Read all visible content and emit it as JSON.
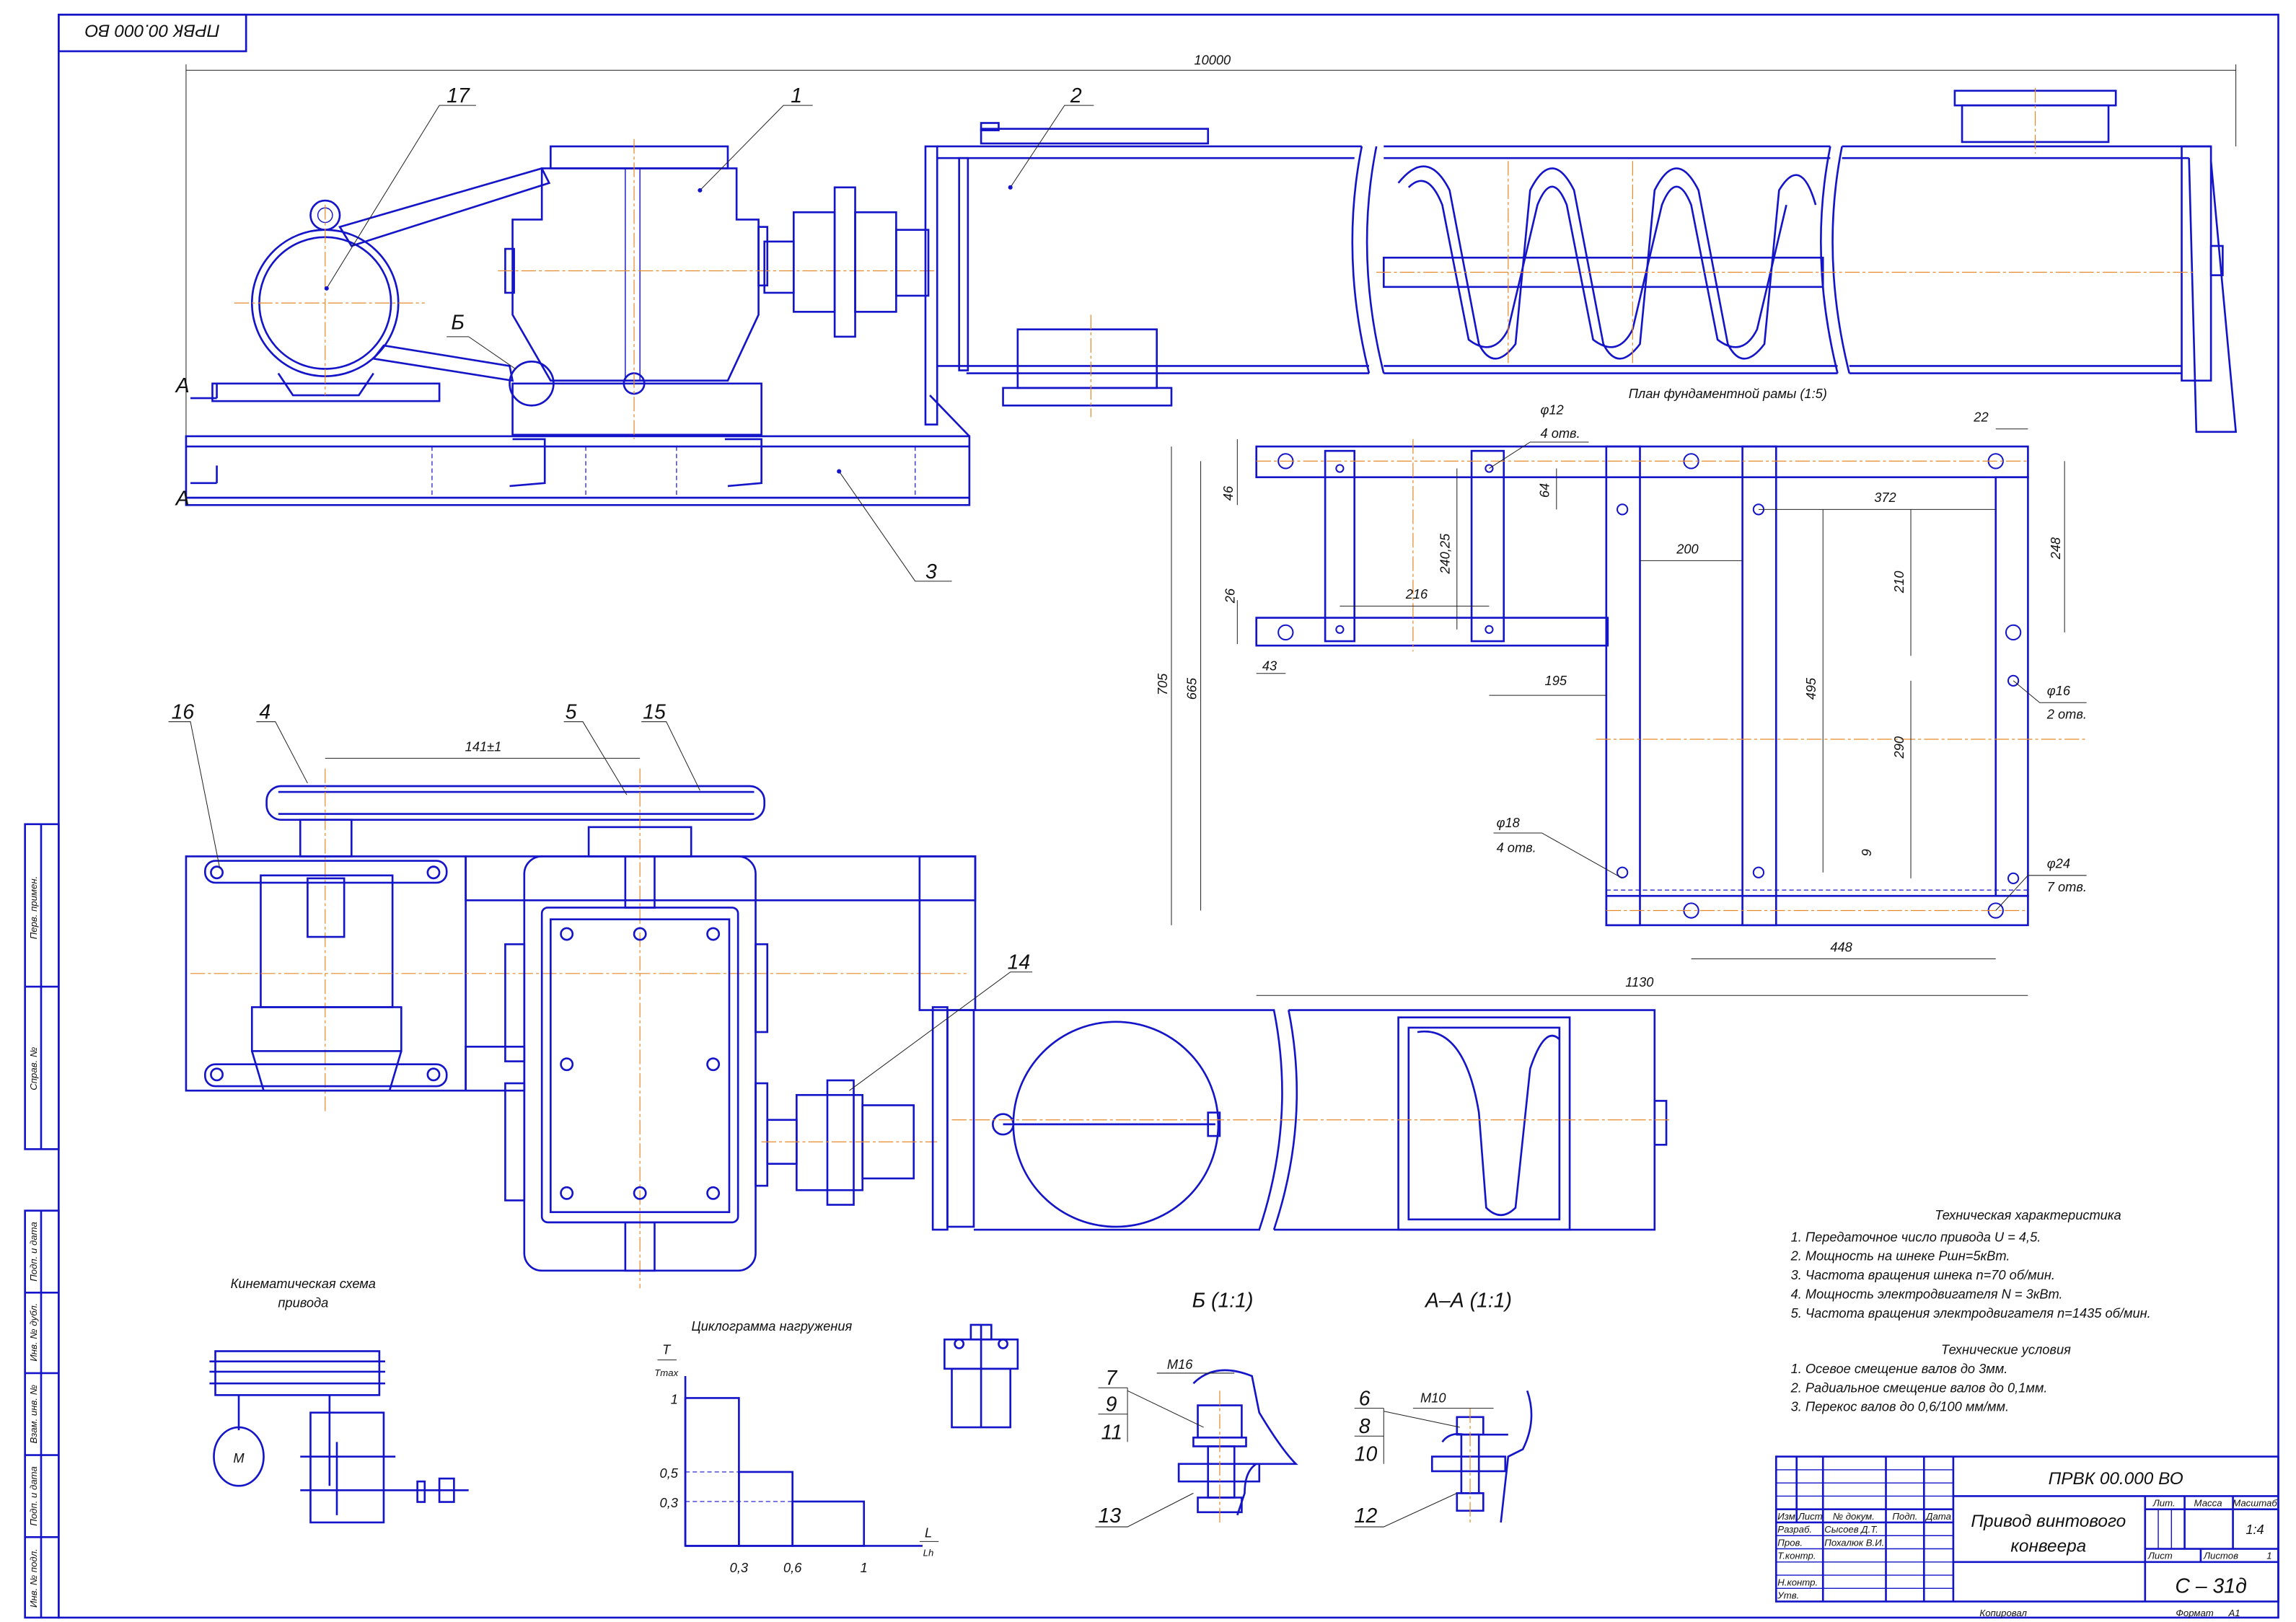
{
  "top_stamp": "ПРВК 00.000 ВО",
  "side_stamp": [
    "Перв. примен.",
    "Справ. №",
    "Подп. и дата",
    "Инв. № дубл.",
    "Взам. инв. №",
    "Подп. и дата",
    "Инв. № подл."
  ],
  "main_view": {
    "overall_dim": "10000",
    "callouts": {
      "c17": "17",
      "c1": "1",
      "c2": "2",
      "c3": "3",
      "cB": "Б",
      "cA1": "А",
      "cA2": "А"
    }
  },
  "plan_view": {
    "belt_dim": "141±1",
    "callouts": {
      "c16": "16",
      "c4": "4",
      "c5": "5",
      "c15": "15",
      "c14": "14"
    }
  },
  "foundation_plan": {
    "title": "План фундаментной рамы (1:5)",
    "dims": {
      "d22": "22",
      "d12": "φ12",
      "d12n": "4 отв.",
      "d46": "46",
      "d64": "64",
      "d372": "372",
      "d24025": "240,25",
      "d200": "200",
      "d248": "248",
      "d210": "210",
      "d26": "26",
      "d216": "216",
      "d43": "43",
      "d195": "195",
      "d705": "705",
      "d665": "665",
      "d495": "495",
      "d16": "φ16",
      "d16n": "2 отв.",
      "d290": "290",
      "d18": "φ18",
      "d18n": "4 отв.",
      "d9": "9",
      "d24": "φ24",
      "d24n": "7 отв.",
      "d448": "448",
      "d1130": "1130"
    }
  },
  "kinematic": {
    "title_1": "Кинематическая схема",
    "title_2": "привода",
    "motor": "M"
  },
  "chart_data": {
    "type": "step",
    "title": "Циклограмма нагружения",
    "ylabel_num": "T",
    "ylabel_den": "Tmax",
    "xlabel_num": "L",
    "xlabel_den": "Lh",
    "steps": [
      {
        "x0": 0,
        "x1": 0.3,
        "y": 1
      },
      {
        "x0": 0.3,
        "x1": 0.6,
        "y": 0.5
      },
      {
        "x0": 0.6,
        "x1": 1,
        "y": 0.3
      }
    ],
    "x_ticks": [
      "0,3",
      "0,6",
      "1"
    ],
    "y_ticks": [
      "1",
      "0,5",
      "0,3"
    ],
    "xlim": [
      0,
      1
    ],
    "ylim": [
      0,
      1
    ]
  },
  "sections": {
    "b_title": "Б (1:1)",
    "aa_title": "А–А (1:1)",
    "m16": "М16",
    "m10": "М10",
    "b_pos": [
      "7",
      "9",
      "11"
    ],
    "b_pos_low": "13",
    "aa_pos": [
      "6",
      "8",
      "10"
    ],
    "aa_pos_low": "12"
  },
  "tech_characteristics": {
    "title": "Техническая характеристика",
    "items": [
      "1. Передаточное число привода U = 4,5.",
      "2. Мощность на шнеке Pшн=5кВт.",
      "3. Частота вращения шнека n=70 об/мин.",
      "4. Мощность электродвигателя N = 3кВт.",
      "5. Частота вращения электродвигателя n=1435 об/мин."
    ]
  },
  "tech_conditions": {
    "title": "Технические условия",
    "items": [
      "1. Осевое смещение валов до 3мм.",
      "2. Радиальное смещение валов до 0,1мм.",
      "3. Перекос валов до 0,6/100 мм/мм."
    ]
  },
  "title_block": {
    "designation": "ПРВК 00.000 ВО",
    "name_1": "Привод винтового",
    "name_2": "конвеера",
    "headers": [
      "Изм.",
      "Лист",
      "№ докум.",
      "Подп.",
      "Дата"
    ],
    "roles": [
      "Разраб.",
      "Пров.",
      "Т.контр.",
      "Н.контр.",
      "Утв."
    ],
    "developer": "Сысоев Д.Т.",
    "checker": "Похалюк В.И.",
    "lit_label": "Лит.",
    "mass_label": "Масса",
    "scale_label": "Масштаб",
    "scale": "1:4",
    "sheet_label": "Лист",
    "sheets_label": "Листов",
    "sheets": "1",
    "group": "С – 31д",
    "copied": "Копировал",
    "format_label": "Формат",
    "format": "A1"
  },
  "colors": {
    "line": "#1414c8",
    "centerline": "#e58a2a",
    "text": "#111111"
  }
}
